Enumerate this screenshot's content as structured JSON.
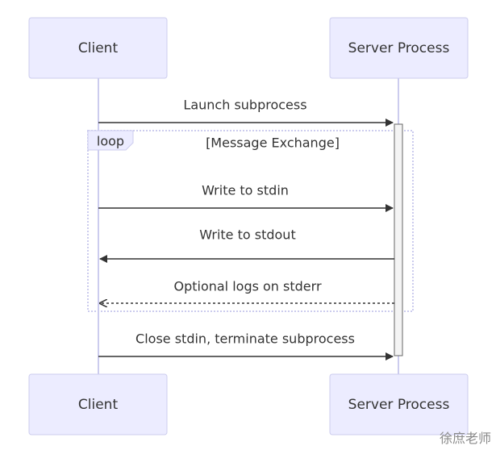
{
  "actors": {
    "client": "Client",
    "server": "Server Process"
  },
  "messages": {
    "launch": "Launch subprocess",
    "write_stdin": "Write to stdin",
    "write_stdout": "Write to stdout",
    "logs_stderr": "Optional logs on stderr",
    "close": "Close stdin, terminate subprocess"
  },
  "loop": {
    "keyword": "loop",
    "condition": "[Message Exchange]"
  },
  "watermark": "徐庶老师",
  "colors": {
    "actor_fill": "#ECECFF",
    "actor_stroke": "#CCCCEE",
    "line": "#333333",
    "activation_fill": "#F4F4F4"
  }
}
